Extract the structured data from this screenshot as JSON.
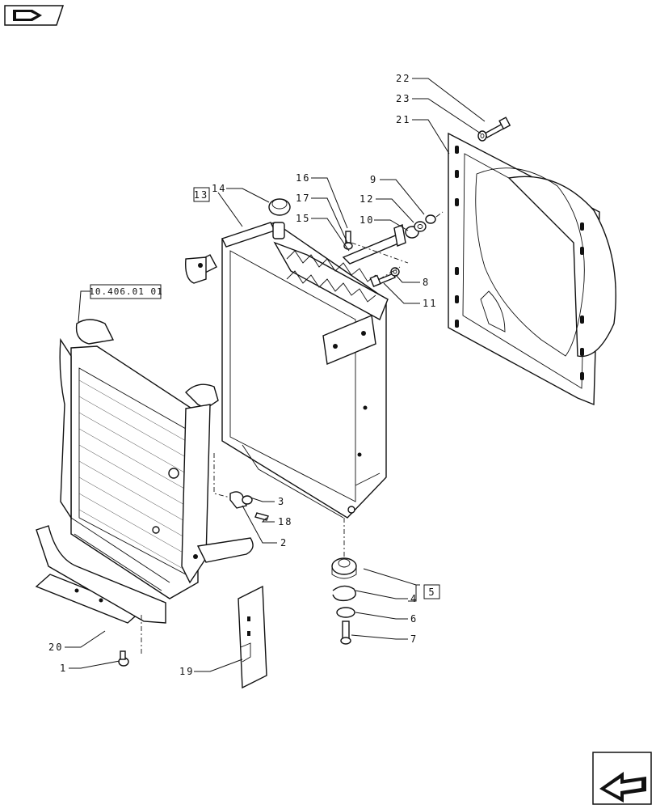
{
  "nav": {
    "back_icon": "arrow-back-icon",
    "forward_icon": "arrow-forward-icon"
  },
  "references": {
    "sheet_ref": "10.406.01 01",
    "kit_13": "13",
    "kit_5": "5"
  },
  "callouts": [
    {
      "id": "c1",
      "label": "1"
    },
    {
      "id": "c2",
      "label": "2"
    },
    {
      "id": "c3",
      "label": "3"
    },
    {
      "id": "c4",
      "label": "4"
    },
    {
      "id": "c6",
      "label": "6"
    },
    {
      "id": "c7",
      "label": "7"
    },
    {
      "id": "c8",
      "label": "8"
    },
    {
      "id": "c9",
      "label": "9"
    },
    {
      "id": "c10",
      "label": "10"
    },
    {
      "id": "c11",
      "label": "11"
    },
    {
      "id": "c12",
      "label": "12"
    },
    {
      "id": "c14",
      "label": "14"
    },
    {
      "id": "c15",
      "label": "15"
    },
    {
      "id": "c16",
      "label": "16"
    },
    {
      "id": "c17",
      "label": "17"
    },
    {
      "id": "c18",
      "label": "18"
    },
    {
      "id": "c19",
      "label": "19"
    },
    {
      "id": "c20",
      "label": "20"
    },
    {
      "id": "c21",
      "label": "21"
    },
    {
      "id": "c22",
      "label": "22"
    },
    {
      "id": "c23",
      "label": "23"
    }
  ]
}
